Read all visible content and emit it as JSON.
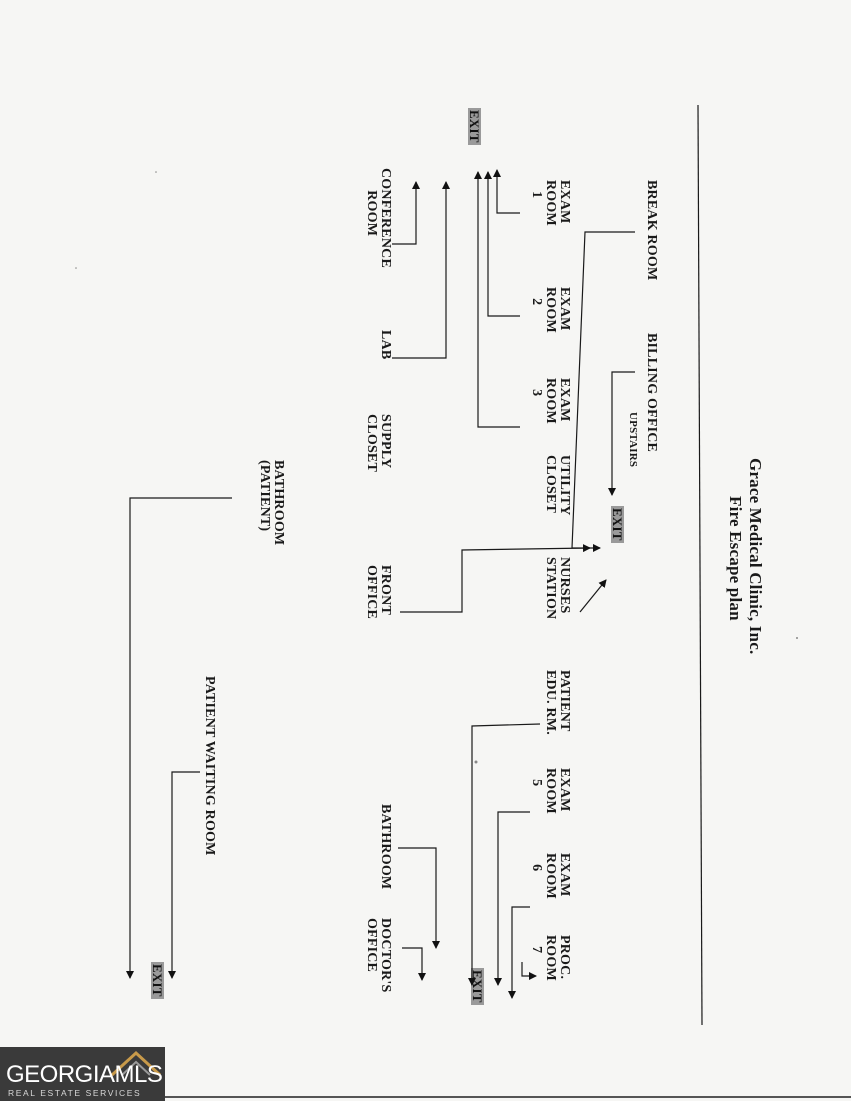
{
  "title": {
    "line1": "Grace Medical Clinic, Inc.",
    "line2": "Fire Escape plan"
  },
  "rooms": {
    "break_room": "BREAK ROOM",
    "billing_office": "BILLING OFFICE",
    "upstairs": "UPSTAIRS",
    "exam_room_1": "EXAM\nROOM\n   1",
    "exam_room_2": "EXAM\nROOM\n   2",
    "exam_room_3": "EXAM\nROOM\n   3",
    "utility_closet": "UTILITY\nCLOSET",
    "nurses_station": "NURSES\nSTATION",
    "patient_edu": "PATIENT\nEDU. RM.",
    "exam_room_5": "EXAM\nROOM\n   5",
    "exam_room_6": "EXAM\nROOM\n   6",
    "proc_room_7": "PROC.\nROOM\n   7",
    "conference_room": "CONFERENCE\n      ROOM",
    "lab": "LAB",
    "supply_closet": "SUPPLY\nCLOSET",
    "front_office": "FRONT\nOFFICE",
    "bathroom": "BATHROOM",
    "doctors_office": "DOCTOR'S\nOFFICE",
    "bathroom_patient": "BATHROOM\n(PATIENT)",
    "patient_waiting_room": "PATIENT WAITING ROOM"
  },
  "exits": {
    "top": "EXIT",
    "middle": "EXIT",
    "bottom_right": "EXIT",
    "bottom_left": "EXIT"
  },
  "watermark": {
    "brand": "GEORGIAMLS",
    "tagline": "REAL ESTATE SERVICES"
  }
}
